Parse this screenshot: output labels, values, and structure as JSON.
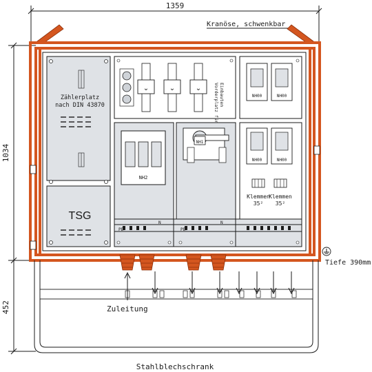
{
  "drawing": {
    "dim_width": "1359",
    "dim_height_top": "1034",
    "dim_height_bottom": "452",
    "label_crane": "Kranöse, schwenkbar",
    "label_depth": "Tiefe 390mm",
    "label_meter_1": "Zählerplatz",
    "label_meter_2": "nach DIN 43870",
    "label_tsg": "TSG",
    "label_nh2": "NH2",
    "label_nh1": "NH1",
    "label_nh00": "NH00",
    "label_reserved_1": "Vorderplatz für",
    "label_reserved_2": "Einbauten",
    "label_clamp_1": "Klemmen",
    "label_clamp_size_1": "35²",
    "label_clamp_2": "Klemmen",
    "label_clamp_size_2": "35²",
    "label_pe": "PE",
    "label_n": "N",
    "label_supply": "Zuleitung",
    "label_material": "Stahlblechschrank",
    "accent_color": "#d4561f"
  }
}
